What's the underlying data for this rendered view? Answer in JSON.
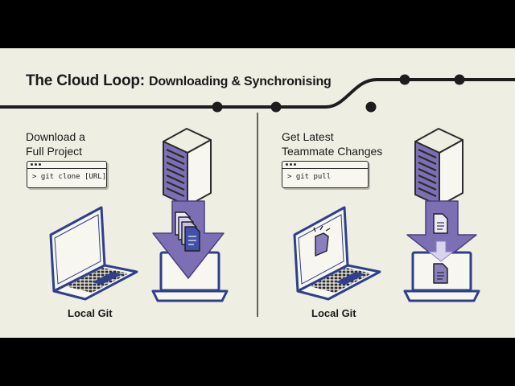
{
  "title": {
    "part1": "The Cloud Loop: ",
    "part2": "Downloading & Synchronising"
  },
  "left_panel": {
    "heading_line1": "Download a",
    "heading_line2": "Full Project",
    "command": "> git clone [URL]",
    "caption": "Local Git"
  },
  "right_panel": {
    "heading_line1": "Get Latest",
    "heading_line2": "Teammate Changes",
    "command": "> git pull",
    "caption": "Local Git"
  },
  "colors": {
    "background": "#efeee3",
    "letterbox": "#000000",
    "accent_purple": "#7d6fb4",
    "accent_purple_dark": "#3b3568",
    "laptop_blue": "#2f3f8c",
    "line": "#1d1d1d"
  },
  "icons": [
    "server-icon",
    "laptop-icon",
    "document-icon",
    "down-arrow-icon",
    "terminal-icon"
  ]
}
